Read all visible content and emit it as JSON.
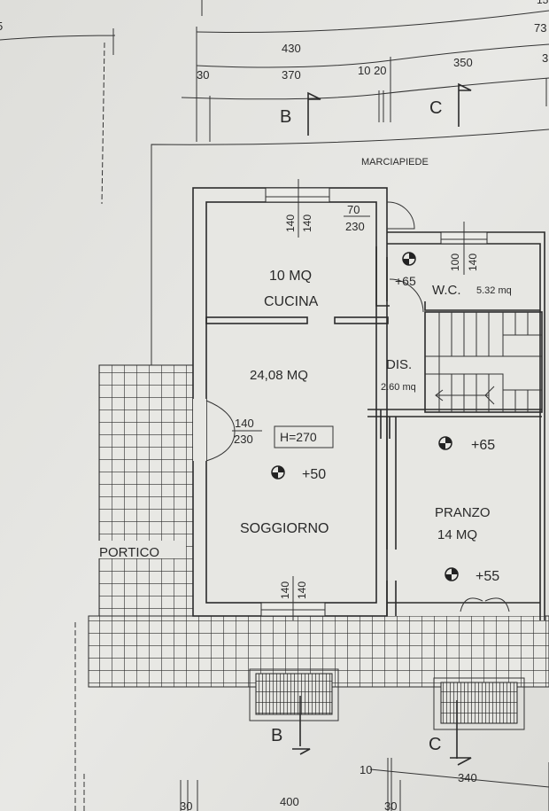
{
  "colors": {
    "paper": "#e4e4e0",
    "ink": "#2a2a2a"
  },
  "dimensions_top": {
    "edge_left": "5",
    "edge_right_top": "15",
    "total_right": "73",
    "d430": "430",
    "d30": "30",
    "d370": "370",
    "d10_20": "10 20",
    "d350": "350",
    "d3": "3"
  },
  "dimensions_bottom": {
    "d10": "10",
    "d340": "340",
    "d30_left": "30",
    "d400": "400",
    "d30_right": "30"
  },
  "sections": {
    "top_b": "B",
    "top_c": "C",
    "bottom_b": "B",
    "bottom_c": "C"
  },
  "labels": {
    "marciapiede": "MARCIAPIEDE",
    "cucina_area": "10 MQ",
    "cucina": "CUCINA",
    "soggiorno_area": "24,08 MQ",
    "soggiorno": "SOGGIORNO",
    "dis": "DIS.",
    "dis_area": "2.60 mq",
    "wc": "W.C.",
    "wc_area": "5.32 mq",
    "pranzo": "PRANZO",
    "pranzo_area": "14 MQ",
    "portico": "PORTICO",
    "height": "H=270"
  },
  "levels": {
    "wc": "+65",
    "soggiorno": "+50",
    "pranzo": "+65",
    "pranzo_door": "+55"
  },
  "openings": {
    "kitchen_window_a": "140",
    "kitchen_window_b": "140",
    "kitchen_door_w": "70",
    "kitchen_door_h": "230",
    "wc_window_a": "100",
    "wc_window_b": "140",
    "front_door_w": "140",
    "front_door_h": "230",
    "living_window_a": "140",
    "living_window_b": "140"
  }
}
